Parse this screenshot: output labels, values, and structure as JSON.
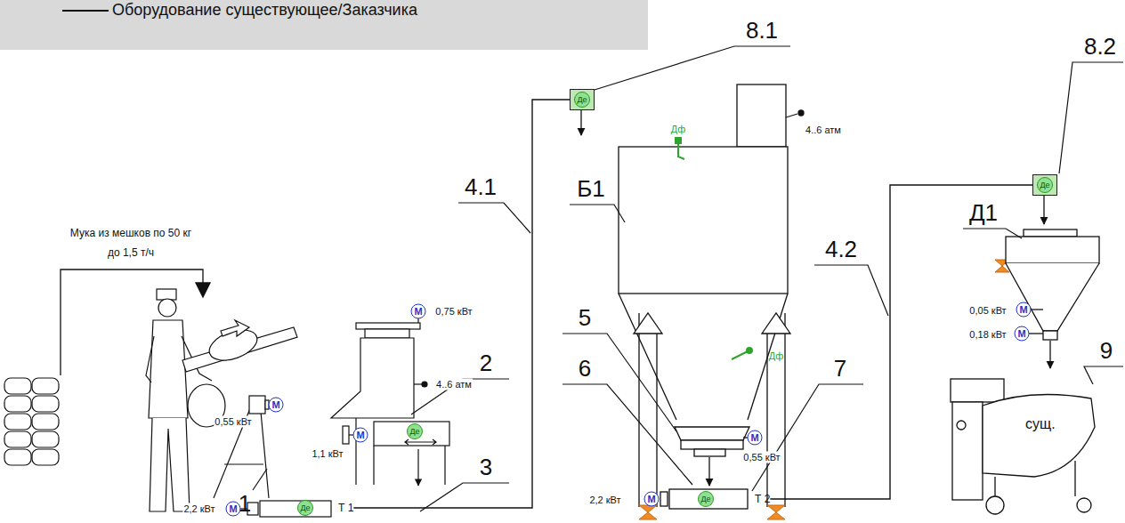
{
  "diagram": {
    "nodes": [
      {
        "text": [
          "Де",
          "Т 1"
        ]
      },
      {
        "text": [
          "Де"
        ]
      },
      {
        "text": [
          "Де",
          "Т 2"
        ]
      },
      {
        "text": [
          "Де"
        ]
      },
      {
        "text": [
          "сущ."
        ]
      }
    ],
    "edges": [
      {
        "from": 0,
        "to": 1,
        "arrow": "none"
      },
      {
        "from": 2,
        "to": 3,
        "arrow": "none"
      }
    ],
    "labels": [
      "Мука из мешков по 50 кг до 1,5 т/ч",
      "1",
      "2",
      "3",
      "4.1",
      "Б1",
      "5",
      "6",
      "7",
      "4.2",
      "8.1",
      "8.2",
      "Д1",
      "9",
      "0,55 кВт",
      "М",
      "0,75 кВт",
      "М",
      "4..6 атм",
      "1,1 кВт",
      "М",
      "Де",
      "2,2 кВт",
      "М",
      "Дф",
      "4..6 атм",
      "Дф",
      "0,55 кВт",
      "М",
      "2,2 кВт",
      "М",
      "0,05 кВт",
      "М",
      "0,18 кВт",
      "М"
    ],
    "legend": [
      {
        "text": "Оборудование существующее/Заказчика"
      }
    ]
  }
}
